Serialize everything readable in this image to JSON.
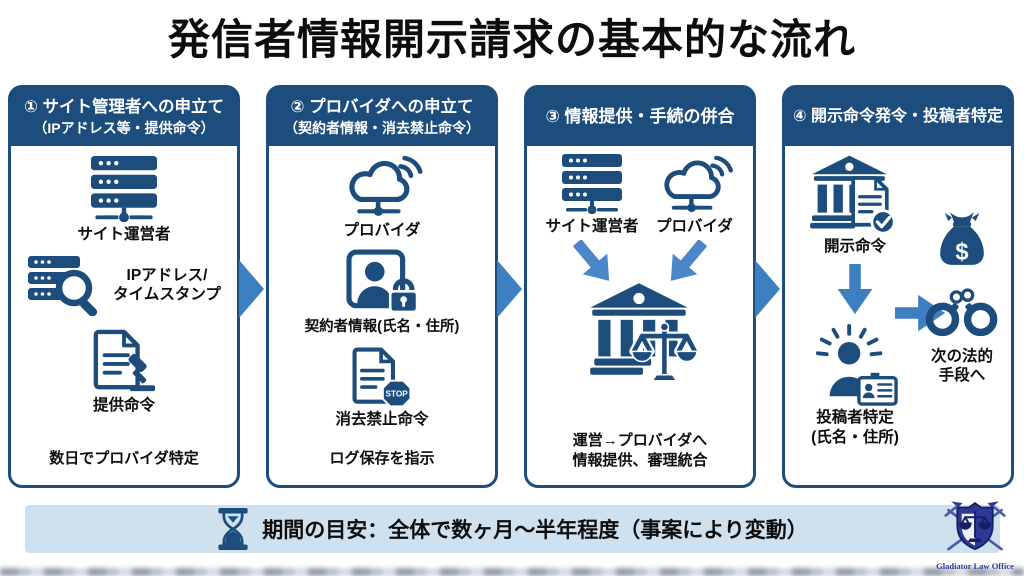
{
  "title": "発信者情報開示請求の基本的な流れ",
  "panels": {
    "p1": {
      "header_line1": "① サイト管理者への申立て",
      "header_line2": "（IPアドレス等・提供命令）",
      "server_label": "サイト運営者",
      "ip_line1": "IPアドレス/",
      "ip_line2": "タイムスタンプ",
      "order_label": "提供命令",
      "footer": "数日でプロバイダ特定"
    },
    "p2": {
      "header_line1": "② プロバイダへの申立て",
      "header_line2": "（契約者情報・消去禁止命令）",
      "cloud_label": "プロバイダ",
      "contract_label": "契約者情報(氏名・住所)",
      "stop_label": "消去禁止命令",
      "footer": "ログ保存を指示"
    },
    "p3": {
      "header_line1": "③ 情報提供・手続の併合",
      "server_label": "サイト運営者",
      "cloud_label": "プロバイダ",
      "footer_line1": "運営→プロバイダへ",
      "footer_line2": "情報提供、審理統合"
    },
    "p4": {
      "header_line1": "④ 開示命令発令・投稿者特定",
      "order_label": "開示命令",
      "identify_line1": "投稿者特定",
      "identify_line2": "(氏名・住所)",
      "next_line1": "次の法的",
      "next_line2": "手段へ"
    }
  },
  "icons": {
    "stop_text": "STOP",
    "dollar": "$"
  },
  "timeline": {
    "note": "期間の目安：全体で数ヶ月～半年程度（事案により変動）"
  },
  "logo": {
    "text": "Gladiator Law Office"
  },
  "colors": {
    "navy": "#1d4d7c",
    "arrow_blue": "#3e7fc1",
    "bar_blue": "#cfe0ee",
    "logo_blue": "#2b3a94"
  }
}
